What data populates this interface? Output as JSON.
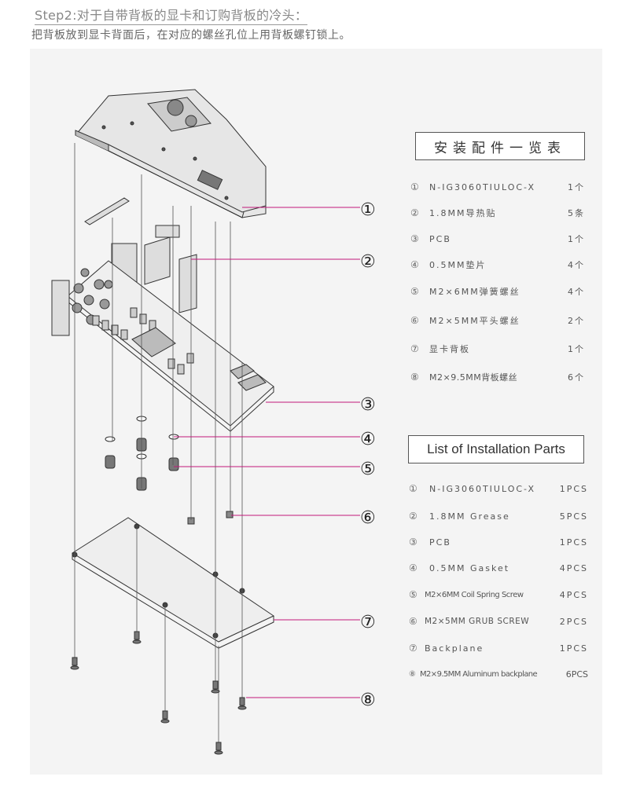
{
  "header": {
    "title": "Step2:对于自带背板的显卡和订购背板的冷头：",
    "subtitle": "把背板放到显卡背面后，在对应的螺丝孔位上用背板螺钉锁上。"
  },
  "callouts": [
    "①",
    "②",
    "③",
    "④",
    "⑤",
    "⑥",
    "⑦",
    "⑧"
  ],
  "parts_cn": {
    "heading": "安装配件一览表",
    "items": [
      {
        "num": "①",
        "name": "N-IG3060TIULOC-X",
        "qty": "1个"
      },
      {
        "num": "②",
        "name": "1.8MM导热贴",
        "qty": "5条"
      },
      {
        "num": "③",
        "name": "PCB",
        "qty": "1个"
      },
      {
        "num": "④",
        "name": "0.5MM垫片",
        "qty": "4个"
      },
      {
        "num": "⑤",
        "name": "M2×6MM弹簧螺丝",
        "qty": "4个"
      },
      {
        "num": "⑥",
        "name": "M2×5MM平头螺丝",
        "qty": "2个"
      },
      {
        "num": "⑦",
        "name": "显卡背板",
        "qty": "1个"
      },
      {
        "num": "⑧",
        "name": "M2×9.5MM背板螺丝",
        "qty": "6个"
      }
    ]
  },
  "parts_en": {
    "heading": "List of Installation Parts",
    "items": [
      {
        "num": "①",
        "name": "N-IG3060TIULOC-X",
        "qty": "1PCS"
      },
      {
        "num": "②",
        "name": "1.8MM Grease",
        "qty": "5PCS"
      },
      {
        "num": "③",
        "name": "PCB",
        "qty": "1PCS"
      },
      {
        "num": "④",
        "name": "0.5MM Gasket",
        "qty": "4PCS"
      },
      {
        "num": "⑤",
        "name": "M2×6MM Coil Spring Screw",
        "qty": "4PCS"
      },
      {
        "num": "⑥",
        "name": "M2×5MM GRUB SCREW",
        "qty": "2PCS"
      },
      {
        "num": "⑦",
        "name": "Backplane",
        "qty": "1PCS"
      },
      {
        "num": "⑧",
        "name": "M2×9.5MM Aluminum backplane",
        "qty": "6PCS"
      }
    ]
  },
  "colors": {
    "leader": "#c2187a",
    "line": "#333333",
    "panel": "#f4f4f4"
  }
}
